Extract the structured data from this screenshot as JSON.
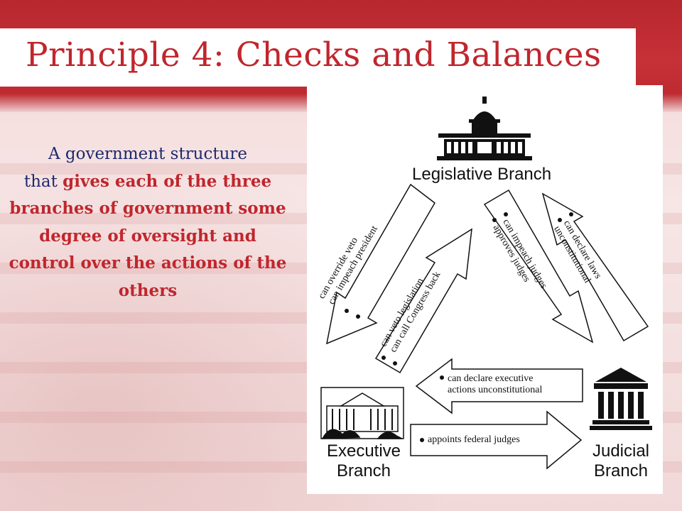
{
  "title": "Principle 4: Checks and Balances",
  "description": {
    "lead_1": "A government structure",
    "lead_2": "that ",
    "emphasis": "gives each of the three branches of government some degree of oversight and control over the actions of the others"
  },
  "diagram": {
    "legislative_label": "Legislative Branch",
    "executive_label_1": "Executive",
    "executive_label_2": "Branch",
    "judicial_label_1": "Judicial",
    "judicial_label_2": "Branch",
    "leg_to_exec": [
      "can override veto",
      "can impeach president"
    ],
    "exec_to_leg": [
      "can veto legislation",
      "can call Congress back"
    ],
    "leg_to_jud": [
      "can impeach judges",
      "approves judges"
    ],
    "jud_to_leg": [
      "can declare laws",
      "unconstitutional"
    ],
    "jud_to_exec": [
      "can declare executive",
      "actions unconstitutional"
    ],
    "exec_to_jud": [
      "appoints federal judges"
    ]
  },
  "colors": {
    "accent": "#c0262d",
    "text_blue": "#1d2a6e",
    "band": "#c73138"
  }
}
